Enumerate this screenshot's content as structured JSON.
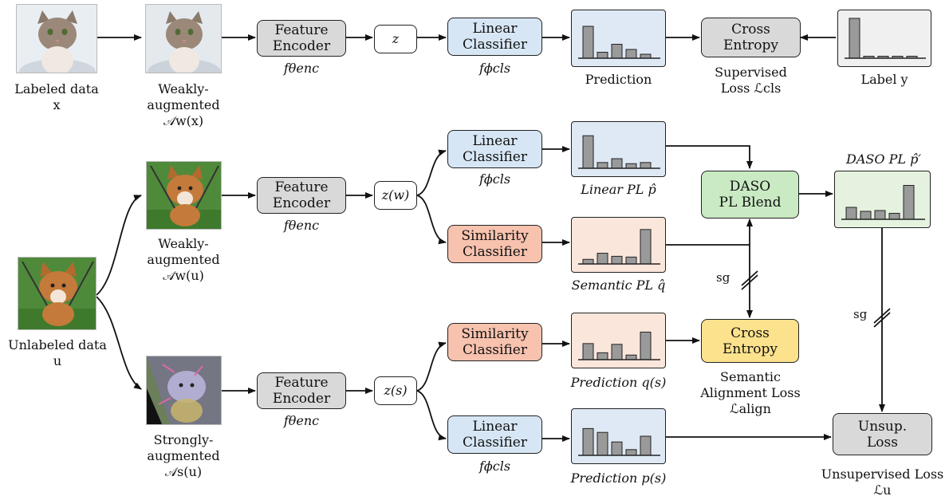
{
  "top_row": {
    "img1_caption": "Labeled data\nx",
    "img2_caption": "Weakly-\naugmented\n𝒜w(x)",
    "encoder": "Feature\nEncoder",
    "encoder_sym": "fθenc",
    "z": "z",
    "classifier": "Linear\nClassifier",
    "classifier_sym": "fϕcls",
    "prediction": "Prediction",
    "loss": "Cross\nEntropy",
    "loss_caption": "Supervised\nLoss ℒcls",
    "label": "Label y"
  },
  "mid_row": {
    "img_caption": "Weakly-\naugmented\n𝒜w(u)",
    "encoder": "Feature\nEncoder",
    "encoder_sym": "fθenc",
    "z": "z(w)",
    "linear": "Linear\nClassifier",
    "linear_sym": "fϕcls",
    "linear_pl": "Linear PL p̂",
    "similarity": "Similarity\nClassifier",
    "semantic_pl": "Semantic PL q̂",
    "blend": "DASO\nPL Blend",
    "daso_pl": "DASO PL p̂′",
    "sg1": "sg",
    "sg2": "sg"
  },
  "unlabeled": {
    "caption": "Unlabeled data\nu"
  },
  "bottom_row": {
    "img_caption": "Strongly-\naugmented\n𝒜s(u)",
    "encoder": "Feature\nEncoder",
    "encoder_sym": "fθenc",
    "z": "z(s)",
    "similarity": "Similarity\nClassifier",
    "sim_pred": "Prediction q(s)",
    "align": "Cross\nEntropy",
    "align_caption": "Semantic\nAlignment Loss\nℒalign",
    "linear": "Linear\nClassifier",
    "linear_sym": "fϕcls",
    "lin_pred": "Prediction p(s)",
    "unsup": "Unsup.\nLoss",
    "unsup_caption": "Unsupervised Loss\nℒu"
  },
  "histograms": {
    "prediction": [
      0.8,
      0.15,
      0.35,
      0.22,
      0.1
    ],
    "label": [
      1.0,
      0.05,
      0.05,
      0.05,
      0.05
    ],
    "linear_pl": [
      0.85,
      0.15,
      0.25,
      0.12,
      0.15
    ],
    "semantic_pl": [
      0.12,
      0.28,
      0.2,
      0.18,
      0.9
    ],
    "daso_pl": [
      0.3,
      0.2,
      0.22,
      0.15,
      0.85
    ],
    "sim_pred": [
      0.42,
      0.18,
      0.4,
      0.12,
      0.72
    ],
    "lin_pred": [
      0.7,
      0.6,
      0.35,
      0.15,
      0.5
    ]
  },
  "colors": {
    "gray": "#d9d9d9",
    "blue": "#d7e6f5",
    "salmon": "#f7c2ae",
    "green": "#c9eac3",
    "yellow": "#fde28e",
    "bar": "#9a9a9a"
  }
}
